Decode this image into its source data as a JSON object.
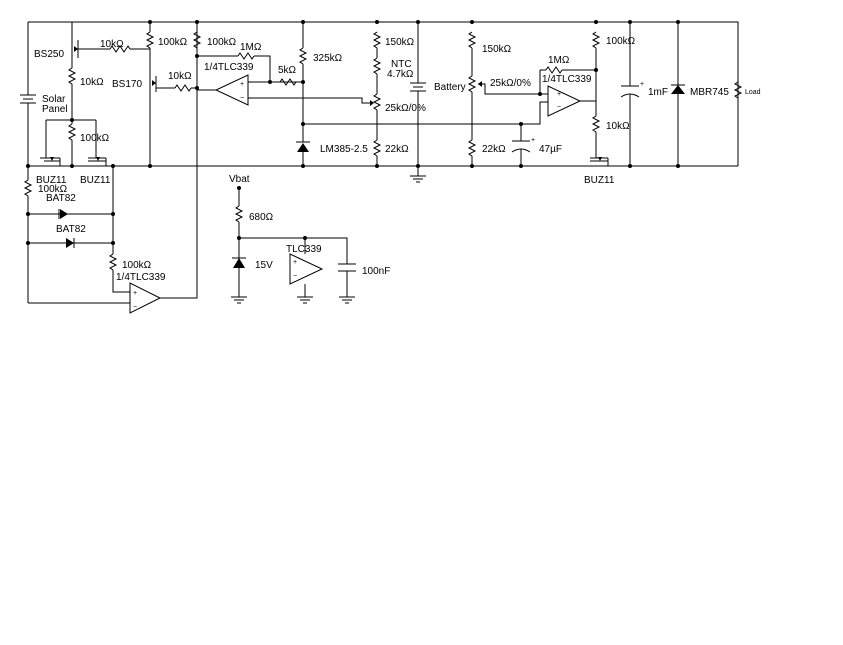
{
  "labels": {
    "bs250": "BS250",
    "r_10k_top": "10kΩ",
    "r_10k_left": "10kΩ",
    "bs170": "BS170",
    "r_10k_bs170": "10kΩ",
    "r_100k_a": "100kΩ",
    "r_100k_b": "100kΩ",
    "r_1m_a": "1MΩ",
    "tlc339_a": "1/4TLC339",
    "r_5k": "5kΩ",
    "r_325k": "325kΩ",
    "r_150k_a": "150kΩ",
    "ntc": "NTC",
    "ntc_val": "4.7kΩ",
    "battery": "Battery",
    "r_150k_b": "150kΩ",
    "r_1m_b": "1MΩ",
    "tlc339_b": "1/4TLC339",
    "pot_b": "25kΩ/0%",
    "pot_a": "25kΩ/0%",
    "r_100k_c": "100kΩ",
    "c_1mf": "1mF",
    "mbr745": "MBR745",
    "load": "Load",
    "solar": "Solar",
    "panel": "Panel",
    "r_100k_d": "100kΩ",
    "lm385": "LM385-2.5",
    "r_22k_a": "22kΩ",
    "r_22k_b": "22kΩ",
    "c_47u": "47µF",
    "r_10k_right": "10kΩ",
    "buz11_a": "BUZ11",
    "buz11_b": "BUZ11",
    "buz11_c": "BUZ11",
    "r_100k_e": "100kΩ",
    "bat82_a": "BAT82",
    "bat82_b": "BAT82",
    "r_100k_f": "100kΩ",
    "tlc339_c": "1/4TLC339",
    "vbat": "Vbat",
    "r_680": "680Ω",
    "tlc339_d": "TLC339",
    "z_15v": "15V",
    "c_100n": "100nF"
  }
}
